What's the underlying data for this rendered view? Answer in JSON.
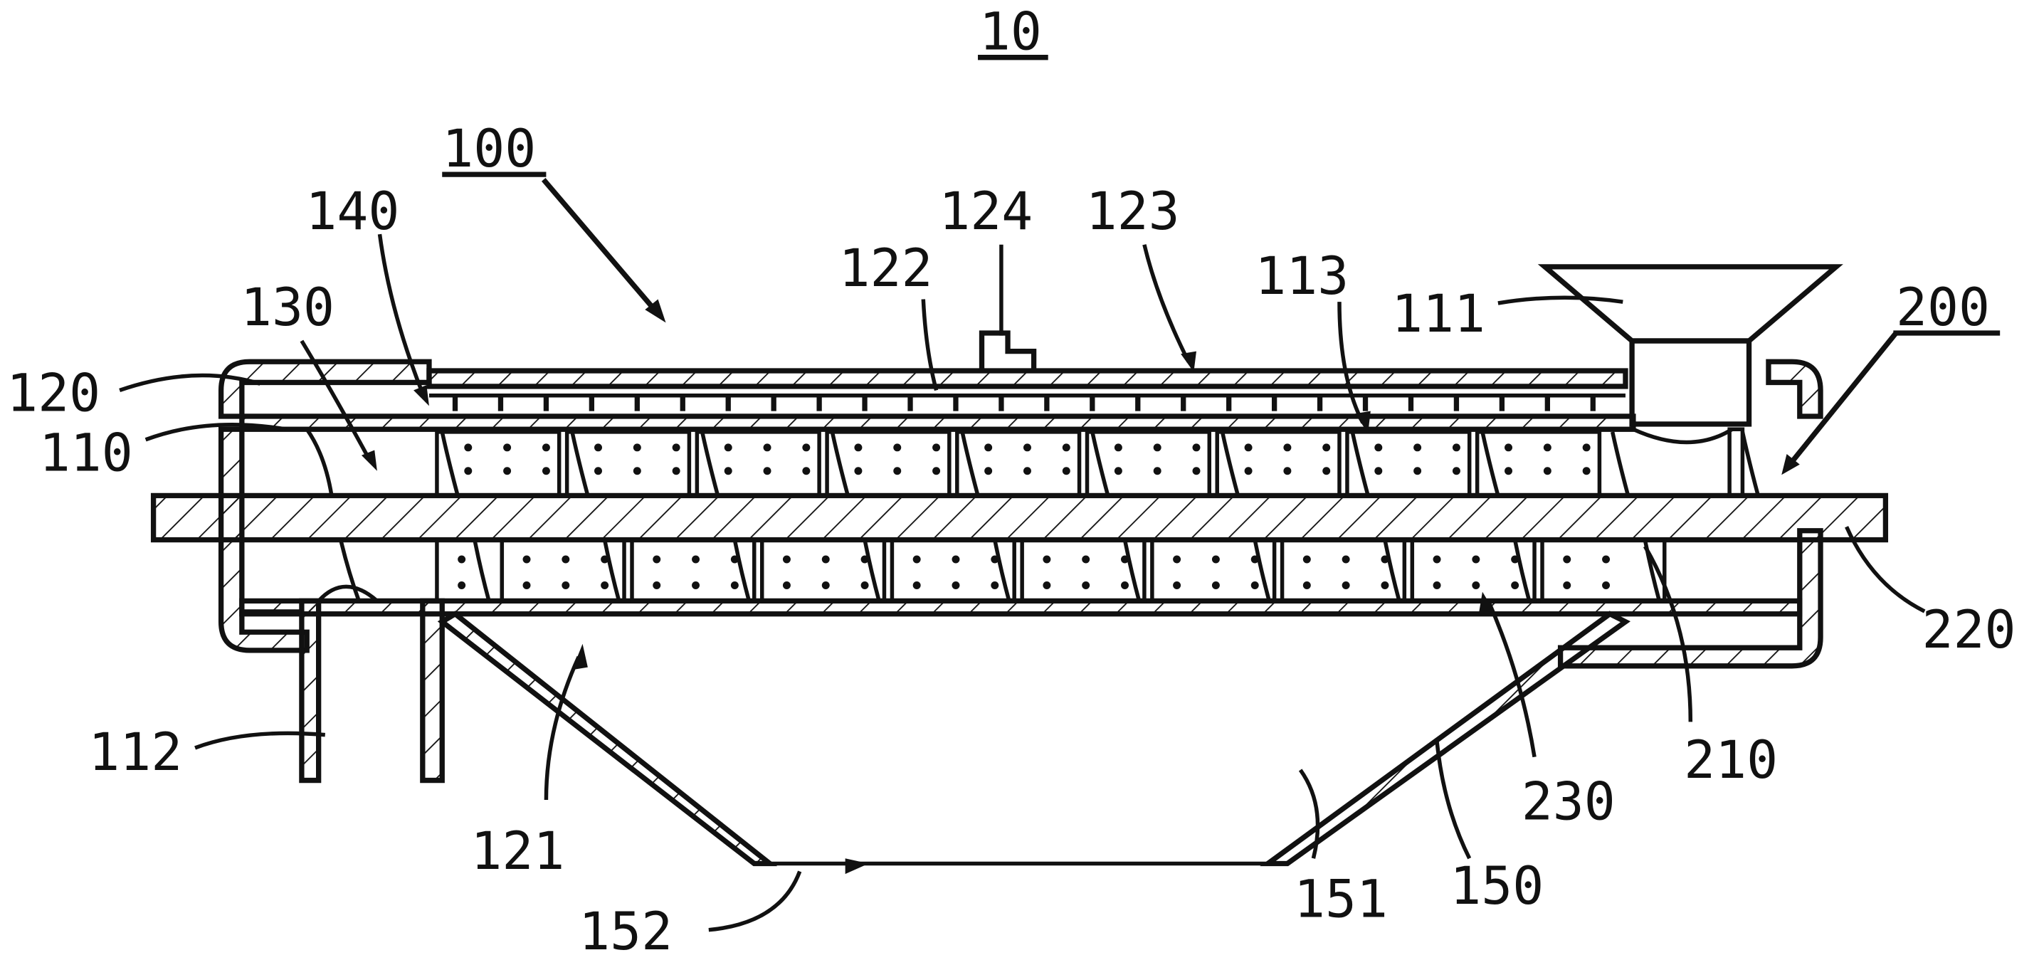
{
  "figure": {
    "title": "10",
    "labels": {
      "l100": "100",
      "l140": "140",
      "l130": "130",
      "l120": "120",
      "l110": "110",
      "l112": "112",
      "l121": "121",
      "l152": "152",
      "l151": "151",
      "l150": "150",
      "l230": "230",
      "l210": "210",
      "l220": "220",
      "l200": "200",
      "l111": "111",
      "l113": "113",
      "l122": "122",
      "l124": "124",
      "l123": "123"
    }
  }
}
